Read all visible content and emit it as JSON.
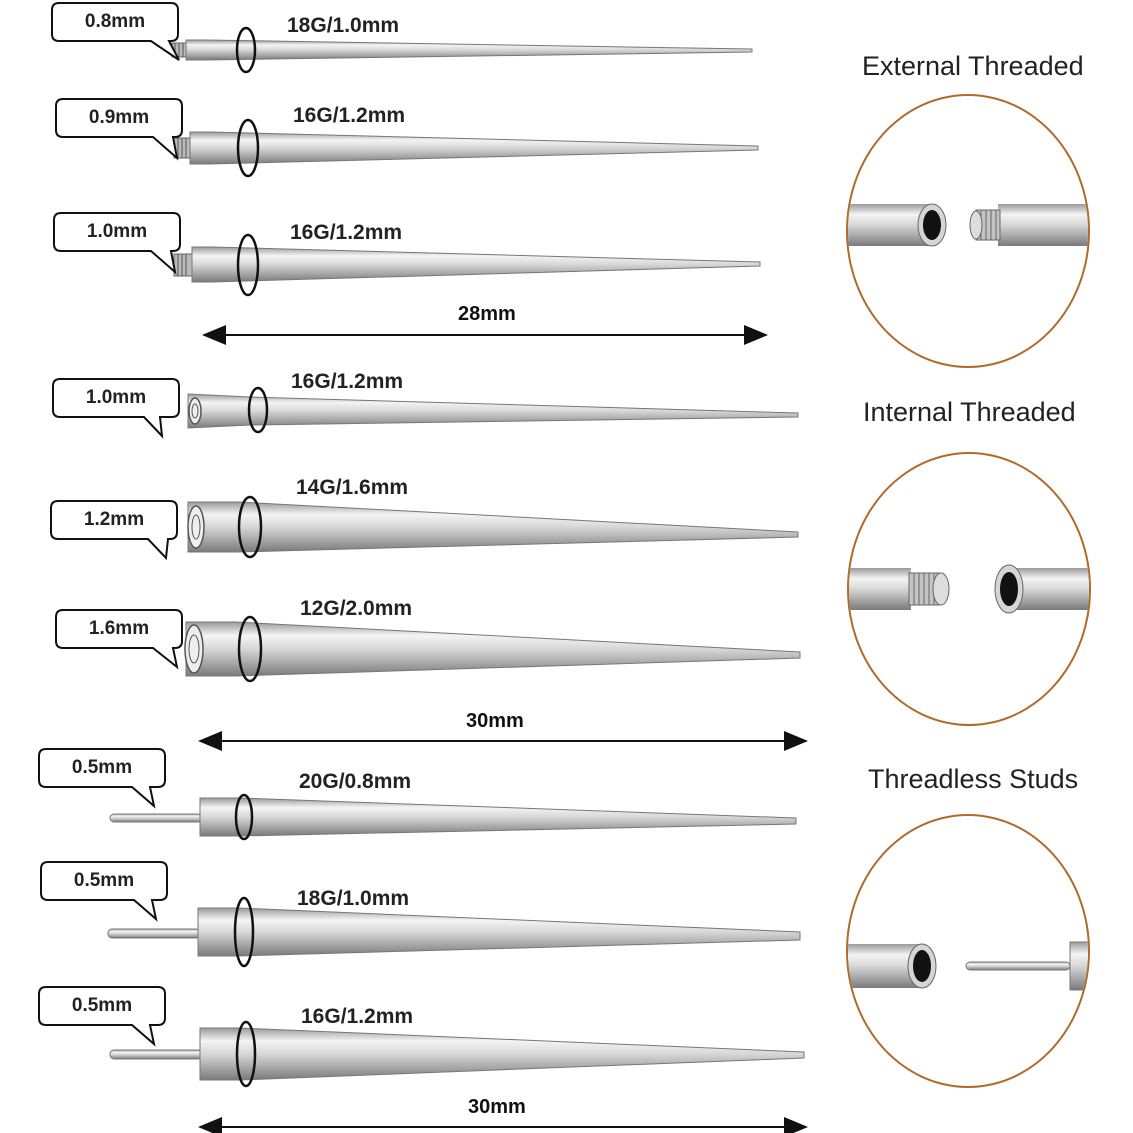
{
  "sections": [
    {
      "title": "External Threaded",
      "dimension": "28mm",
      "items": [
        {
          "thread": "0.8mm",
          "gauge": "18G/1.0mm"
        },
        {
          "thread": "0.9mm",
          "gauge": "16G/1.2mm"
        },
        {
          "thread": "1.0mm",
          "gauge": "16G/1.2mm"
        }
      ]
    },
    {
      "title": "Internal Threaded",
      "dimension": "30mm",
      "items": [
        {
          "thread": "1.0mm",
          "gauge": "16G/1.2mm"
        },
        {
          "thread": "1.2mm",
          "gauge": "14G/1.6mm"
        },
        {
          "thread": "1.6mm",
          "gauge": "12G/2.0mm"
        }
      ]
    },
    {
      "title": "Threadless Studs",
      "dimension": "30mm",
      "items": [
        {
          "thread": "0.5mm",
          "gauge": "20G/0.8mm"
        },
        {
          "thread": "0.5mm",
          "gauge": "18G/1.0mm"
        },
        {
          "thread": "0.5mm",
          "gauge": "16G/1.2mm"
        }
      ]
    }
  ],
  "colors": {
    "circle_border": "#b06a2a",
    "steel_light": "#f2f2f2",
    "steel_dark": "#8a8a8a",
    "text": "#222222"
  },
  "icons": {
    "taper": "steel-taper-icon",
    "o_ring": "o-ring-icon",
    "thread_detail": "thread-closeup-icon"
  }
}
